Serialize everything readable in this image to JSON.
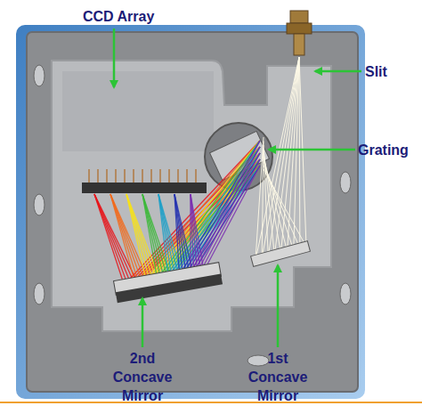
{
  "diagram": {
    "labels": [
      "CCD Array",
      "Slit",
      "Grating",
      "2nd Concave Mirror",
      "1st Concave Mirror"
    ]
  }
}
